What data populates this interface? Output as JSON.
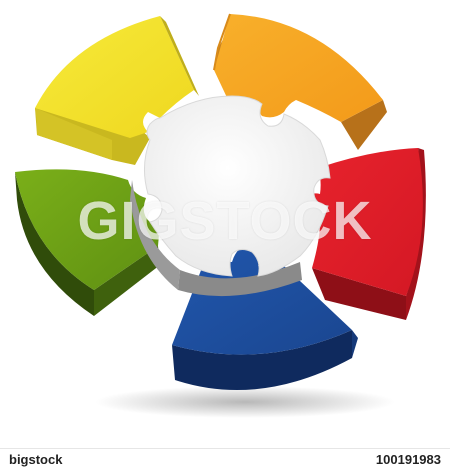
{
  "watermark": {
    "text": "GIGSTOCK"
  },
  "footer": {
    "site": "bigstock",
    "id": "100191983"
  },
  "colors": {
    "yellow": "#f1e12a",
    "orange": "#f5a623",
    "red": "#e0202a",
    "green": "#6ea116",
    "blue": "#1d4ea1",
    "center": "#f4f4f4"
  },
  "icons": {
    "segments": [
      "yellow-segment",
      "orange-segment",
      "red-segment",
      "blue-segment",
      "green-segment"
    ],
    "center": "center-puzzle-disc"
  }
}
